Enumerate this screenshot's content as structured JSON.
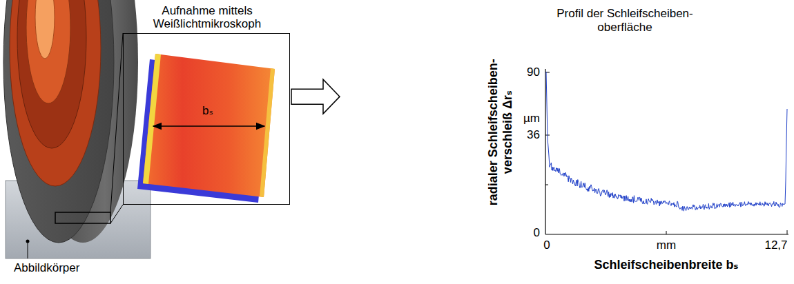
{
  "diagram": {
    "nodes": [
      {
        "text": [
          "Aufnahme mittels Weißlichtmikroskoph",
          "bₛ"
        ]
      },
      {
        "text": [
          "Profil der Schleifscheiben- oberfläche"
        ]
      }
    ],
    "edges": [
      {
        "from": 0,
        "to": 1,
        "arrow": "to"
      }
    ],
    "labels": [
      "Abbildkörper",
      "radialer Schleifscheiben- verschleiß Δrₛ",
      "90",
      "µm",
      "36",
      "0",
      "0",
      "mm",
      "12,7",
      "Schleifscheibenbreite bₛ"
    ]
  }
}
